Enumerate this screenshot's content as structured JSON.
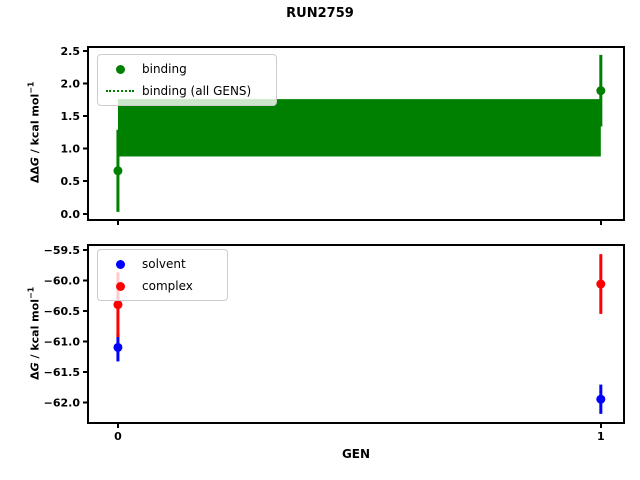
{
  "title": "RUN2759",
  "xlabel": "GEN",
  "ylabel_top": {
    "delta": "ΔΔ",
    "g": "G",
    "rest": " / kcal mol",
    "sup": "−1"
  },
  "ylabel_bottom": {
    "delta": "Δ",
    "g": "G",
    "rest": " / kcal mol",
    "sup": "−1"
  },
  "colors": {
    "binding": "#008000",
    "solvent": "#0000ff",
    "complex": "#ff0000",
    "spine": "#000000",
    "legend_border": "#cccccc"
  },
  "legend_top": {
    "items": [
      {
        "label": "binding",
        "marker": "dot",
        "color": "#008000"
      },
      {
        "label": "binding (all GENS)",
        "marker": "dotted-line",
        "color": "#008000"
      }
    ]
  },
  "legend_bottom": {
    "items": [
      {
        "label": "solvent",
        "marker": "dot",
        "color": "#0000ff"
      },
      {
        "label": "complex",
        "marker": "dot",
        "color": "#ff0000"
      }
    ]
  },
  "chart_data": [
    {
      "type": "scatter",
      "name": "binding-ddG-per-GEN",
      "title": "RUN2759",
      "ylabel": "ΔΔG / kcal mol−1",
      "x": [
        0,
        1
      ],
      "series": [
        {
          "name": "binding",
          "color": "#008000",
          "y": [
            0.66,
            1.89
          ],
          "yerr": [
            0.63,
            0.55
          ]
        }
      ],
      "band": {
        "name": "binding (all GENS)",
        "color": "#008000",
        "center": 1.32,
        "lo": 0.88,
        "hi": 1.76,
        "x_range": [
          0,
          1
        ],
        "line_style": "dotted"
      },
      "xlim": [
        -0.062,
        1.048
      ],
      "ylim": [
        -0.095,
        2.56
      ],
      "yticks": [
        0.0,
        0.5,
        1.0,
        1.5,
        2.0,
        2.5
      ],
      "ytick_labels": [
        "0.0",
        "0.5",
        "1.0",
        "1.5",
        "2.0",
        "2.5"
      ],
      "xticks": [
        0,
        1
      ],
      "xtick_labels": [
        "",
        ""
      ],
      "grid": false,
      "legend_position": "upper left"
    },
    {
      "type": "scatter",
      "name": "dG-per-GEN",
      "xlabel": "GEN",
      "ylabel": "ΔG / kcal mol−1",
      "x": [
        0,
        1
      ],
      "series": [
        {
          "name": "solvent",
          "color": "#0000ff",
          "y": [
            -61.1,
            -61.95
          ],
          "yerr": [
            0.23,
            0.24
          ]
        },
        {
          "name": "complex",
          "color": "#ff0000",
          "y": [
            -60.4,
            -60.06
          ],
          "yerr": [
            0.53,
            0.49
          ]
        }
      ],
      "xlim": [
        -0.062,
        1.048
      ],
      "ylim": [
        -62.34,
        -59.42
      ],
      "yticks": [
        -59.5,
        -60.0,
        -60.5,
        -61.0,
        -61.5,
        -62.0
      ],
      "ytick_labels": [
        "−59.5",
        "−60.0",
        "−60.5",
        "−61.0",
        "−61.5",
        "−62.0"
      ],
      "xticks": [
        0,
        1
      ],
      "xtick_labels": [
        "0",
        "1"
      ],
      "grid": false,
      "legend_position": "upper left"
    }
  ]
}
